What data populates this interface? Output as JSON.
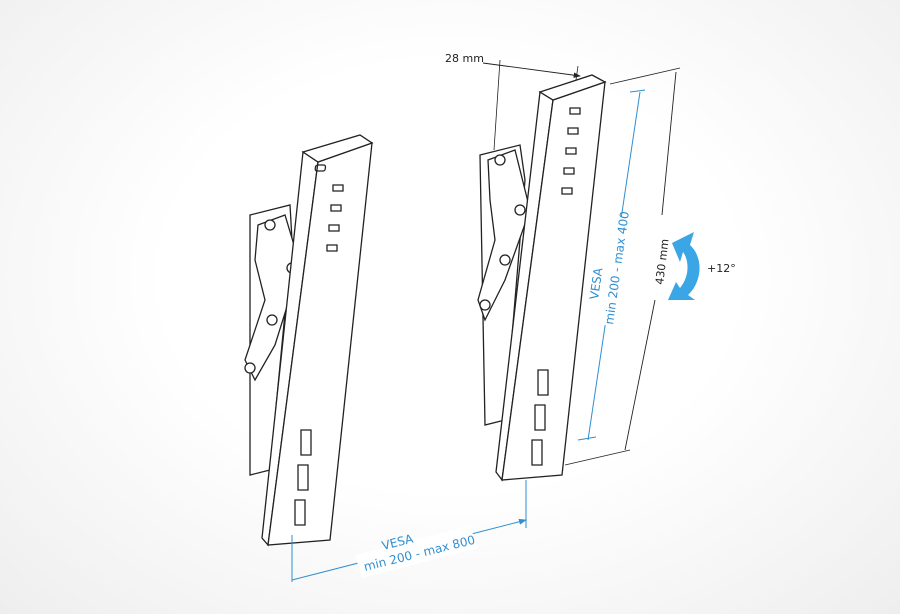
{
  "dimensions": {
    "depth": "28 mm",
    "height": "430 mm",
    "tilt": "+12°",
    "vesa_vertical": {
      "title": "VESA",
      "range": "min 200 - max 400"
    },
    "vesa_horizontal": {
      "title": "VESA",
      "range": "min 200 - max 800"
    }
  },
  "colors": {
    "accent": "#2f8fd0",
    "arrow": "#3aa6e6",
    "line": "#222222"
  }
}
